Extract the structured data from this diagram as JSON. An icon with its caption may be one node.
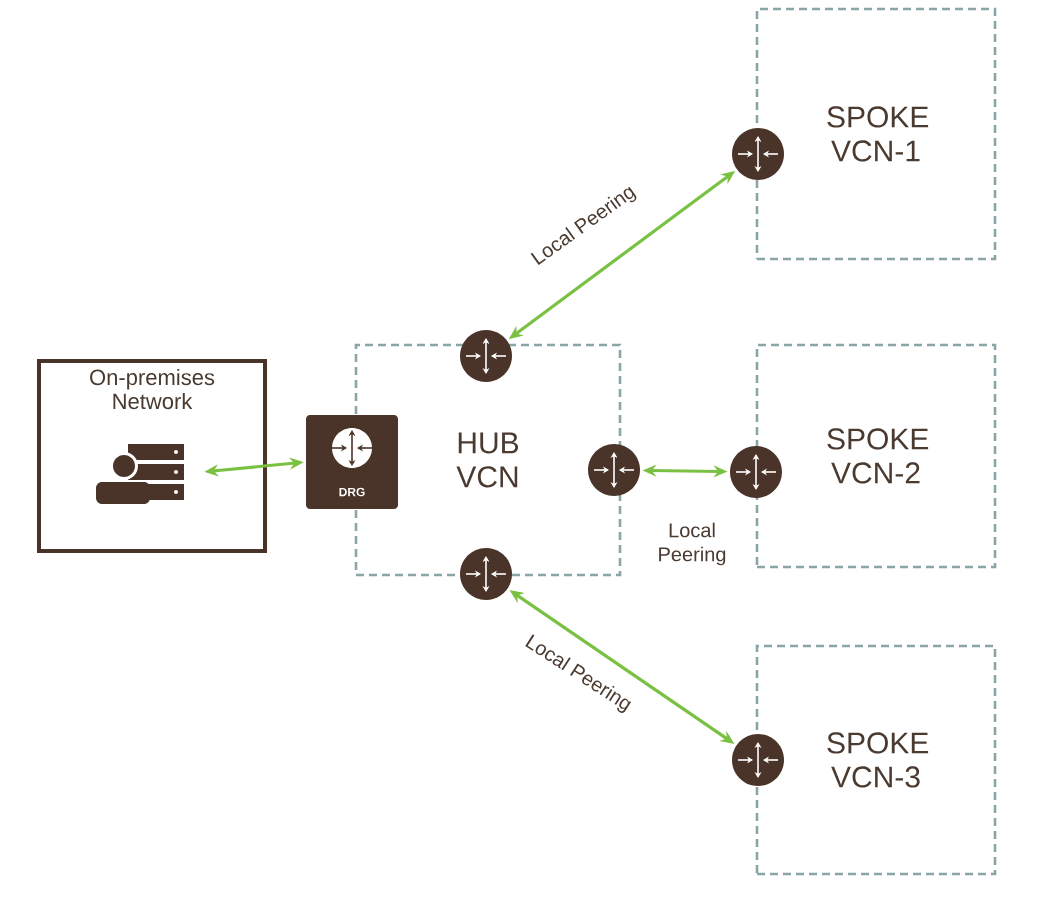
{
  "diagram": {
    "nodes": [
      {
        "text": [
          "On-premises Network"
        ]
      },
      {
        "text": [],
        "shape": "server",
        "in": 0
      },
      {
        "text": [
          "HUB VCN"
        ]
      },
      {
        "text": [
          "DRG"
        ]
      },
      {
        "text": [],
        "shape": "circle"
      },
      {
        "text": [],
        "shape": "circle"
      },
      {
        "text": [],
        "shape": "circle"
      },
      {
        "text": [
          "SPOKE VCN-1"
        ]
      },
      {
        "text": [],
        "shape": "circle"
      },
      {
        "text": [
          "SPOKE VCN-2"
        ]
      },
      {
        "text": [],
        "shape": "circle"
      },
      {
        "text": [
          "SPOKE VCN-3"
        ]
      },
      {
        "text": [],
        "shape": "circle"
      }
    ],
    "edges": [
      {
        "from": 1,
        "to": 3,
        "arrow": "both"
      },
      {
        "from": 4,
        "to": 8,
        "arrow": "both",
        "label": "Local Peering"
      },
      {
        "from": 5,
        "to": 10,
        "arrow": "both",
        "label": "Local Peering"
      },
      {
        "from": 6,
        "to": 12,
        "arrow": "both",
        "label": "Local Peering"
      }
    ]
  }
}
